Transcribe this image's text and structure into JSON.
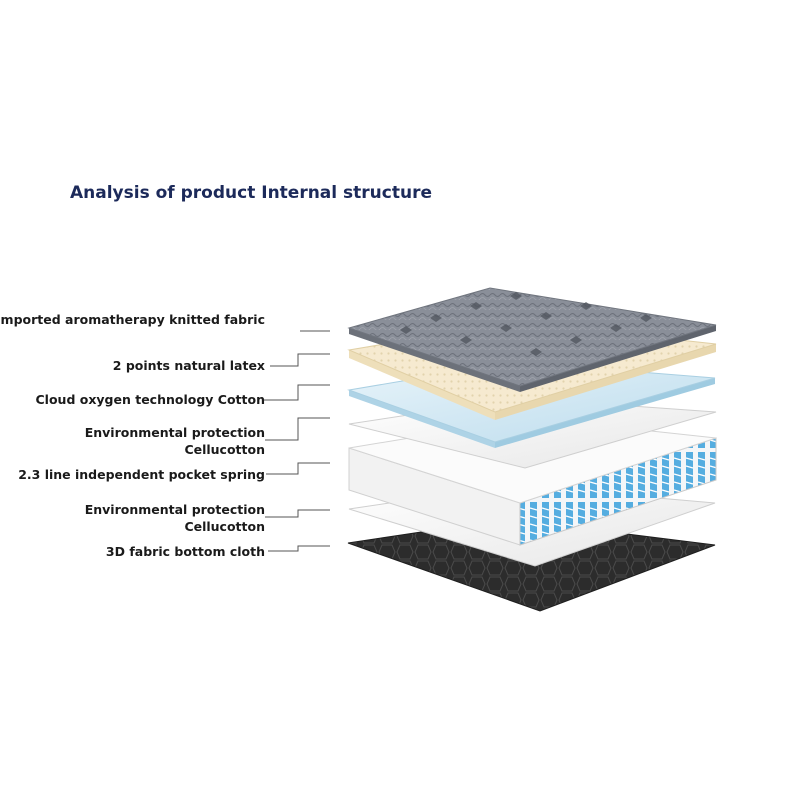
{
  "title": "Analysis of product Internal structure",
  "layers": [
    {
      "lines": [
        "Imported aromatherapy knitted fabric"
      ]
    },
    {
      "lines": [
        "2 points natural latex"
      ]
    },
    {
      "lines": [
        "Cloud oxygen technology Cotton"
      ]
    },
    {
      "lines": [
        "Environmental protection",
        "Cellucotton"
      ]
    },
    {
      "lines": [
        "2.3 line independent pocket spring"
      ]
    },
    {
      "lines": [
        "Environmental protection",
        "Cellucotton"
      ]
    },
    {
      "lines": [
        "3D fabric bottom cloth"
      ]
    }
  ],
  "colors": {
    "title": "#1c2a5a",
    "knitted": "#7d828d",
    "latex": "#f7ecd3",
    "cotton_blue": "#cfe6f1",
    "white_layer": "#f3f3f3",
    "spring_blue": "#3aa0dc",
    "bottom": "#2b2b2b"
  }
}
